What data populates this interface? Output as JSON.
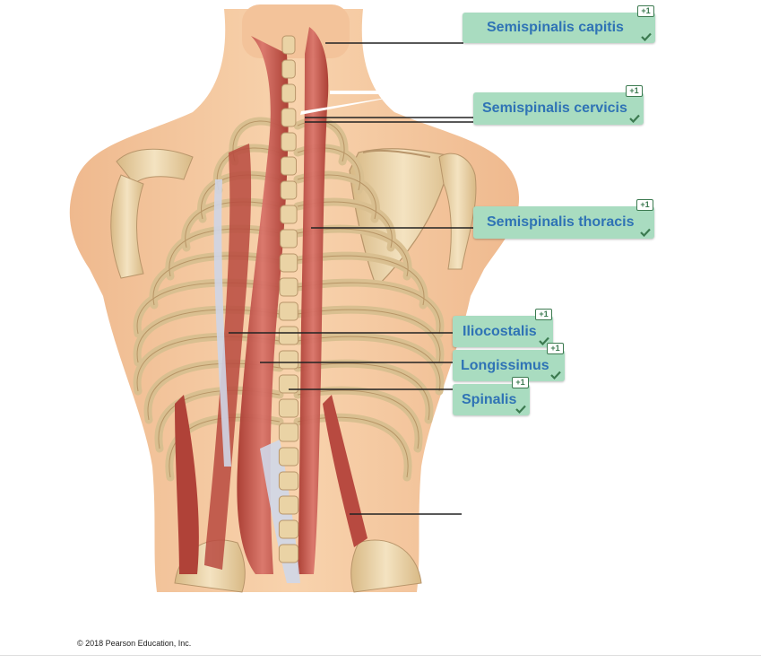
{
  "figure": {
    "copyright": "© 2018 Pearson Education, Inc."
  },
  "labels": [
    {
      "id": "semispinalis-capitis",
      "text": "Semispinalis capitis",
      "badge": "+1",
      "status": "correct"
    },
    {
      "id": "semispinalis-cervicis",
      "text": "Semispinalis cervicis",
      "badge": "+1",
      "status": "correct"
    },
    {
      "id": "semispinalis-thoracis",
      "text": "Semispinalis thoracis",
      "badge": "+1",
      "status": "correct"
    },
    {
      "id": "iliocostalis",
      "text": "Iliocostalis",
      "badge": "+1",
      "status": "correct"
    },
    {
      "id": "longissimus",
      "text": "Longissimus",
      "badge": "+1",
      "status": "correct"
    },
    {
      "id": "spinalis",
      "text": "Spinalis",
      "badge": "+1",
      "status": "correct"
    }
  ],
  "colors": {
    "label_bg": "#a9dcc0",
    "label_text": "#2f73b5",
    "check": "#3c7a50",
    "skin": "#f5c9a0",
    "muscle": "#c4534a",
    "bone": "#e9d2a8"
  }
}
